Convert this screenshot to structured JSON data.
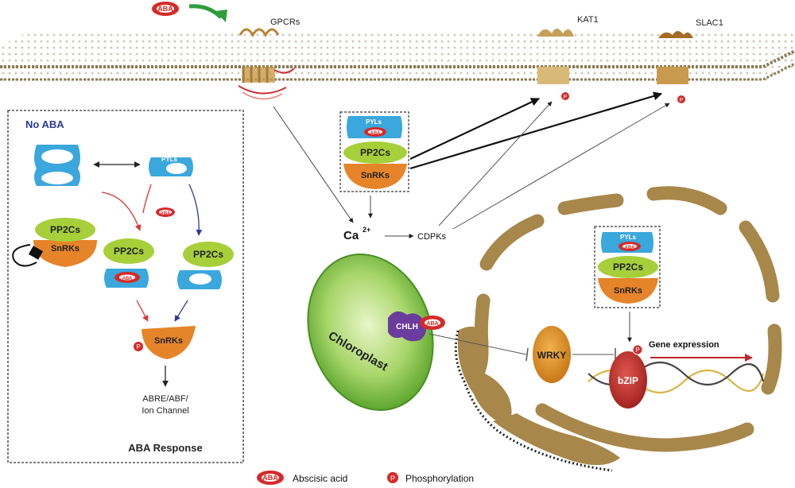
{
  "labels": {
    "aba": "ABA",
    "gpcrs": "GPCRs",
    "kat1": "KAT1",
    "slac1": "SLAC1",
    "no_aba": "No ABA",
    "pyls": "PYLs",
    "pp2cs": "PP2Cs",
    "snrks": "SnRKs",
    "p": "P",
    "ca": "Ca",
    "ca_charge": "2+",
    "cdpks": "CDPKs",
    "chloroplast": "Chloroplast",
    "chlh": "CHLH",
    "wrky": "WRKY",
    "bzip": "bZIP",
    "gene_expression": "Gene expression",
    "abre_line1": "ABRE/ABF/",
    "abre_line2": "Ion Channel",
    "aba_response": "ABA Response"
  },
  "legend": {
    "aba_label": "Abscisic acid",
    "phospho_label": "Phosphorylation"
  },
  "colors": {
    "membrane": "#8b7a55",
    "pp2c": "#a6cf3a",
    "snrk": "#e6842a",
    "pyl": "#3aa7dd",
    "aba_red": "#d62a2a",
    "nucleus": "#a8874a",
    "chloroplast": "#86c24a",
    "chlh": "#6a3c9c",
    "wrky": "#dc8f2a",
    "bzip": "#c13a34",
    "arrow_green": "#2f9d3a"
  }
}
